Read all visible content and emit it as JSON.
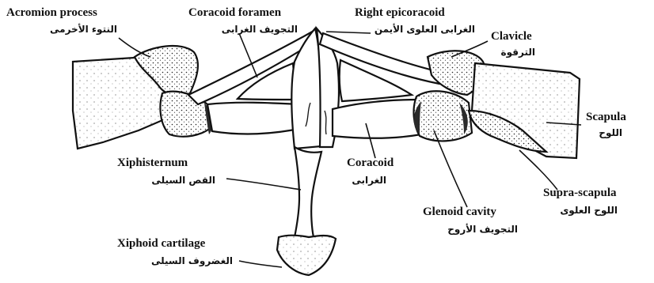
{
  "labels": {
    "acromion": {
      "en": "Acromion process",
      "ar": "النتوء الأخرمى"
    },
    "coracoid_foramen": {
      "en": "Coracoid foramen",
      "ar": "التجويف الغرابى"
    },
    "right_epicoracoid": {
      "en": "Right epicoracoid",
      "ar": "الغرابى العلوى الأيمن"
    },
    "clavicle": {
      "en": "Clavicle",
      "ar": "الترقوة"
    },
    "scapula": {
      "en": "Scapula",
      "ar": "اللوح"
    },
    "xiphisternum": {
      "en": "Xiphisternum",
      "ar": "القص السيلى"
    },
    "coracoid": {
      "en": "Coracoid",
      "ar": "الغرابى"
    },
    "supra_scapula": {
      "en": "Supra-scapula",
      "ar": "اللوح العلوى"
    },
    "glenoid_cavity": {
      "en": "Glenoid cavity",
      "ar": "التجويف الأروح"
    },
    "xiphoid_cartilage": {
      "en": "Xiphoid cartilage",
      "ar": "الغضروف السيلى"
    }
  }
}
